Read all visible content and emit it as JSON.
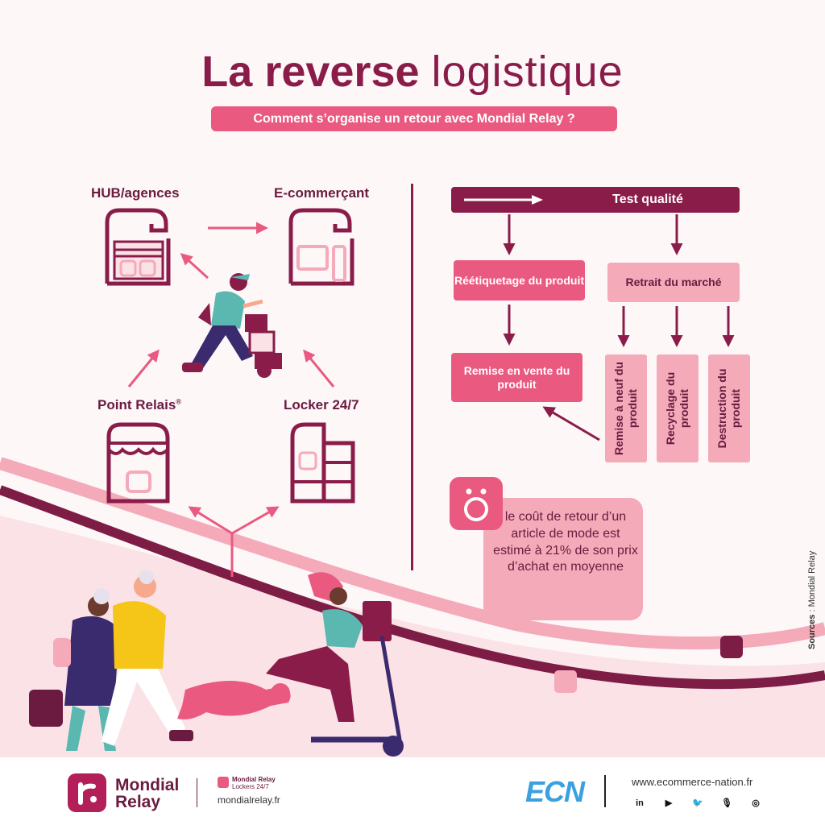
{
  "title": {
    "bold": "La reverse",
    "light": "logistique"
  },
  "subtitle": "Comment s’organise un retour avec Mondial Relay ?",
  "cycle": {
    "hub": "HUB/agences",
    "ecommercant": "E-commerçant",
    "point_relais": "Point Relais",
    "point_relais_mark": "®",
    "locker": "Locker 24/7"
  },
  "flow": {
    "test_qualite": "Test qualité",
    "reetiquetage": "Réétiquetage du produit",
    "retrait": "Retrait du marché",
    "remise_vente": "Remise en vente du produit",
    "remise_neuf": "Remise à neuf du produit",
    "recyclage": "Recyclage du produit",
    "destruction": "Destruction du produit"
  },
  "stat": {
    "icon": "ecn-o-icon",
    "text": "le coût de retour d’un article de mode est estimé à 21% de son prix d’achat en moyenne"
  },
  "sources": {
    "label": "Sources",
    "value": " : Mondial Relay"
  },
  "footer": {
    "mondial_line1": "Mondial",
    "mondial_line2": "Relay",
    "lockers_brand": "Mondial Relay",
    "lockers_sub": "Lockers 24/7",
    "mondial_url": "mondialrelay.fr",
    "ecn": "ECN",
    "ecn_url": "www.ecommerce-nation.fr",
    "social": [
      "in",
      "▶",
      "🐦",
      "🎙",
      "◎"
    ]
  },
  "colors": {
    "primary": "#8a1c4a",
    "pink": "#ea5a80",
    "light_pink": "#f4aab9"
  }
}
